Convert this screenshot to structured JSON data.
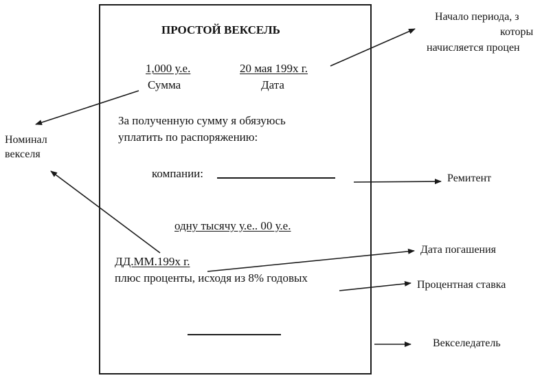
{
  "note": {
    "title": "ПРОСТОЙ ВЕКСЕЛЬ",
    "amount": "1,000 у.е.",
    "amount_label": "Сумма",
    "date": "20 мая 199х г.",
    "date_label": "Дата",
    "promise_line1": "За полученную сумму я обязуюсь",
    "promise_line2": "уплатить по распоряжению:",
    "company_label": "компании:",
    "sum_words": "одну тысячу у.е.. 00 у.е.",
    "due_date": "ДД.ММ.199х г.",
    "interest_text": "плюс проценты, исходя из 8% годовых"
  },
  "callouts": {
    "period_start_line1": "Начало периода, з",
    "period_start_line2": "которы",
    "period_start_line3": "начисляется процен",
    "nominal_line1": "Номинал",
    "nominal_line2": "векселя",
    "remitent": "Ремитент",
    "maturity_date": "Дата погашения",
    "interest_rate": "Процентная ставка",
    "drawer": "Векселедатель"
  },
  "colors": {
    "ink": "#1a1a1a",
    "background": "#ffffff"
  }
}
